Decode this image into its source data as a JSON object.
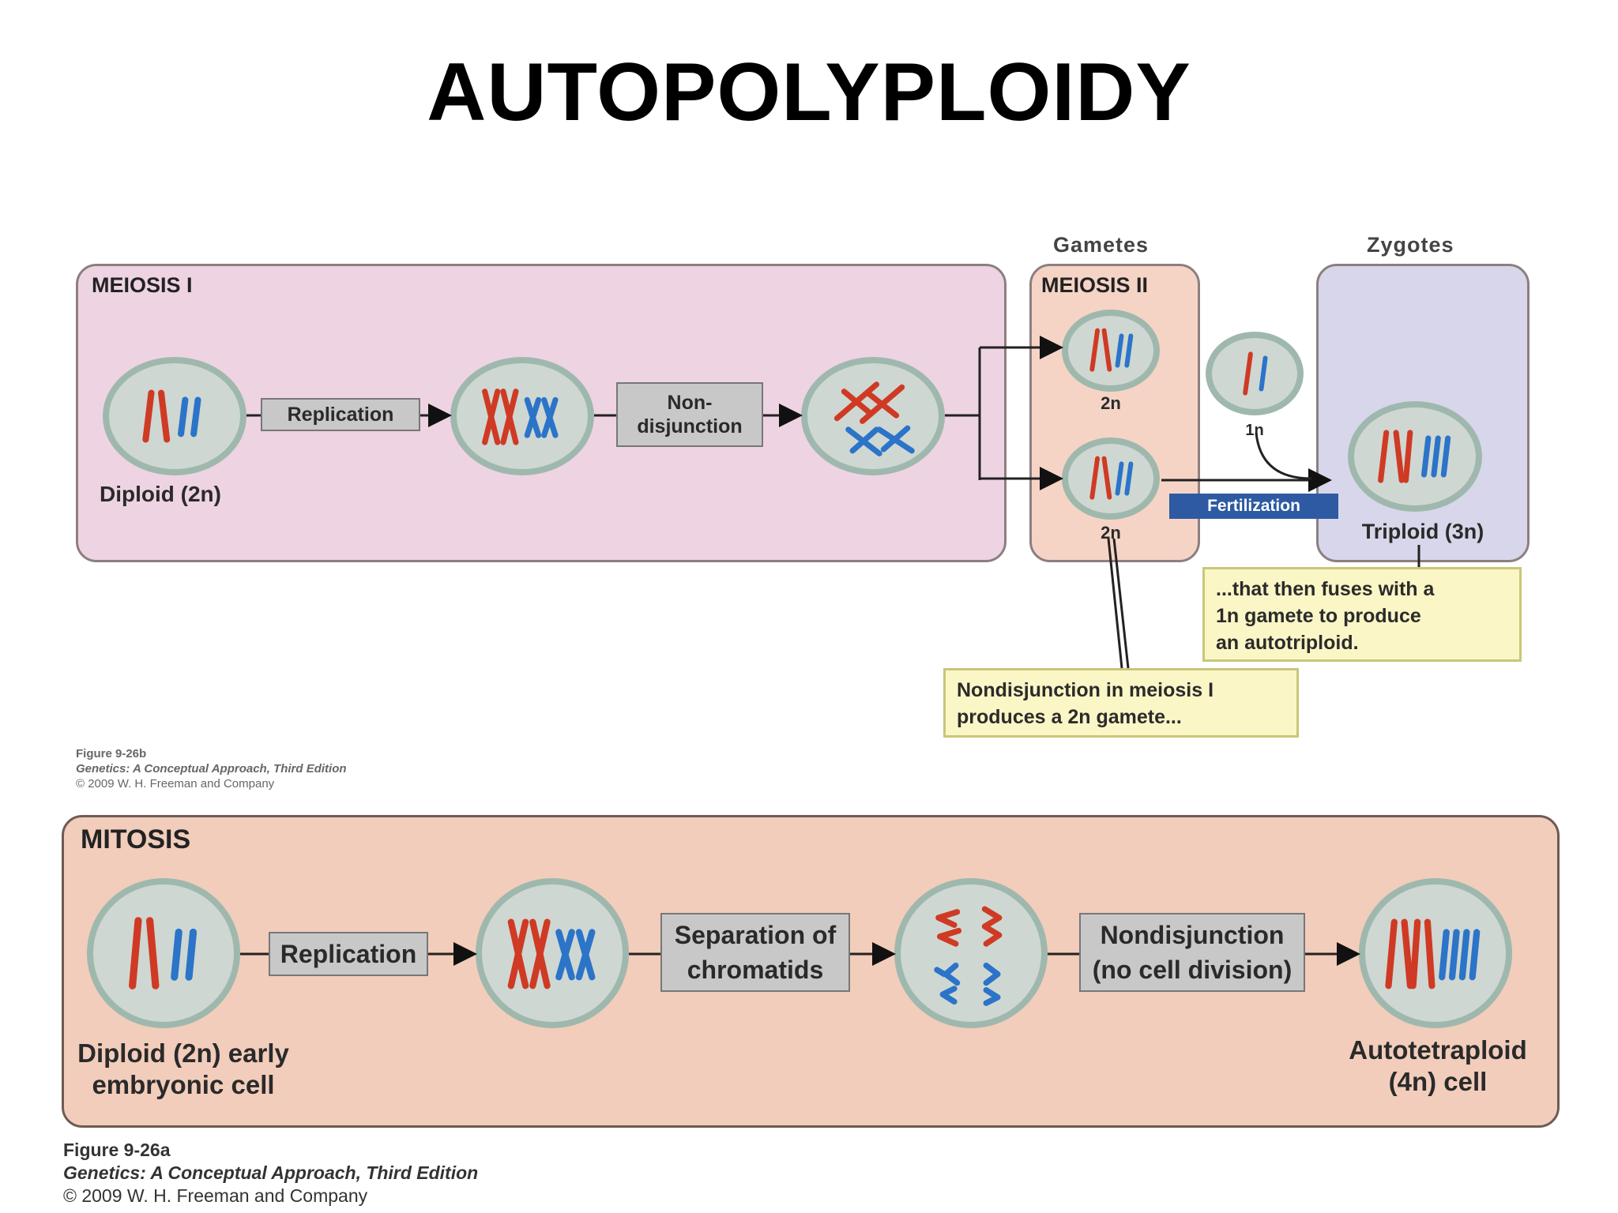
{
  "title": "AUTOPOLYPLOIDY",
  "colors": {
    "meiosis_i_bg": "#eed3e3",
    "meiosis_ii_bg": "#f5d4c6",
    "zygotes_bg": "#d7d6ea",
    "mitosis_bg": "#f2cdbb",
    "chromosome_red": "#cf3a24",
    "chromosome_blue": "#2b74c8",
    "fertilization_bar": "#2d5aa3",
    "note_bg": "#fbf6c6"
  },
  "top_figure": {
    "column_headers": {
      "gametes": "Gametes",
      "zygotes": "Zygotes"
    },
    "panels": {
      "meiosis_i": "MEIOSIS I",
      "meiosis_ii": "MEIOSIS II"
    },
    "steps": {
      "replication": "Replication",
      "nondisjunction": "Non-\ndisjunction"
    },
    "labels": {
      "diploid": "Diploid (2n)",
      "gamete_top": "2n",
      "gamete_bottom": "2n",
      "haploid_gamete": "1n",
      "triploid": "Triploid (3n)",
      "fertilization": "Fertilization"
    },
    "notes": {
      "fuses": "...that then fuses with a\n1n gamete to produce\nan autotriploid.",
      "nondisjunction": "Nondisjunction in meiosis I\nproduces a 2n gamete..."
    },
    "caption": {
      "figure": "Figure 9-26b",
      "book": "Genetics: A Conceptual Approach, Third Edition",
      "copyright": "© 2009 W. H. Freeman and Company"
    }
  },
  "bottom_figure": {
    "panel": "MITOSIS",
    "steps": {
      "replication": "Replication",
      "separation": "Separation of\nchromatids",
      "nondisjunction": "Nondisjunction\n(no cell division)"
    },
    "labels": {
      "diploid": "Diploid (2n) early\nembryonic cell",
      "autotetraploid": "Autotetraploid\n(4n) cell"
    },
    "caption": {
      "figure": "Figure 9-26a",
      "book": "Genetics: A Conceptual Approach, Third Edition",
      "copyright": "© 2009 W. H. Freeman and Company"
    }
  }
}
